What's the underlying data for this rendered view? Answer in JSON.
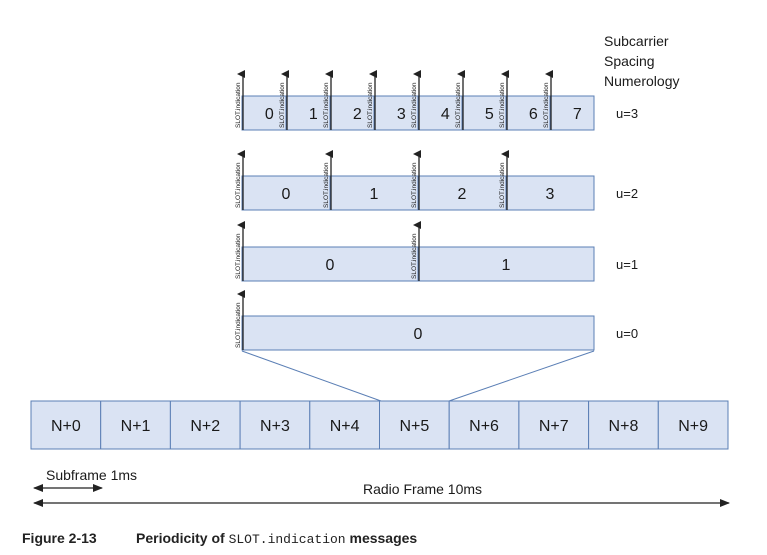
{
  "header": {
    "lines": [
      "Subcarrier",
      "Spacing",
      "Numerology"
    ]
  },
  "indication_label": "SLOT.indication",
  "numerologies": [
    {
      "u_label": "u=3",
      "slots": [
        "0",
        "1",
        "2",
        "3",
        "4",
        "5",
        "6",
        "7"
      ]
    },
    {
      "u_label": "u=2",
      "slots": [
        "0",
        "1",
        "2",
        "3"
      ]
    },
    {
      "u_label": "u=1",
      "slots": [
        "0",
        "1"
      ]
    },
    {
      "u_label": "u=0",
      "slots": [
        "0"
      ]
    }
  ],
  "radio_frame": {
    "subframes": [
      "N+0",
      "N+1",
      "N+2",
      "N+3",
      "N+4",
      "N+5",
      "N+6",
      "N+7",
      "N+8",
      "N+9"
    ],
    "subframe_label": "Subframe 1ms",
    "frame_label": "Radio Frame 10ms"
  },
  "caption": {
    "number": "Figure 2-13",
    "text_before": "Periodicity of ",
    "code": "SLOT.indication",
    "text_after": " messages"
  },
  "colors": {
    "slot_fill": "#dae3f3",
    "slot_border": "#5b7fb5",
    "arrow": "#222222",
    "subframe_fill": "#dae3f3",
    "subframe_border": "#5b7fb5"
  }
}
